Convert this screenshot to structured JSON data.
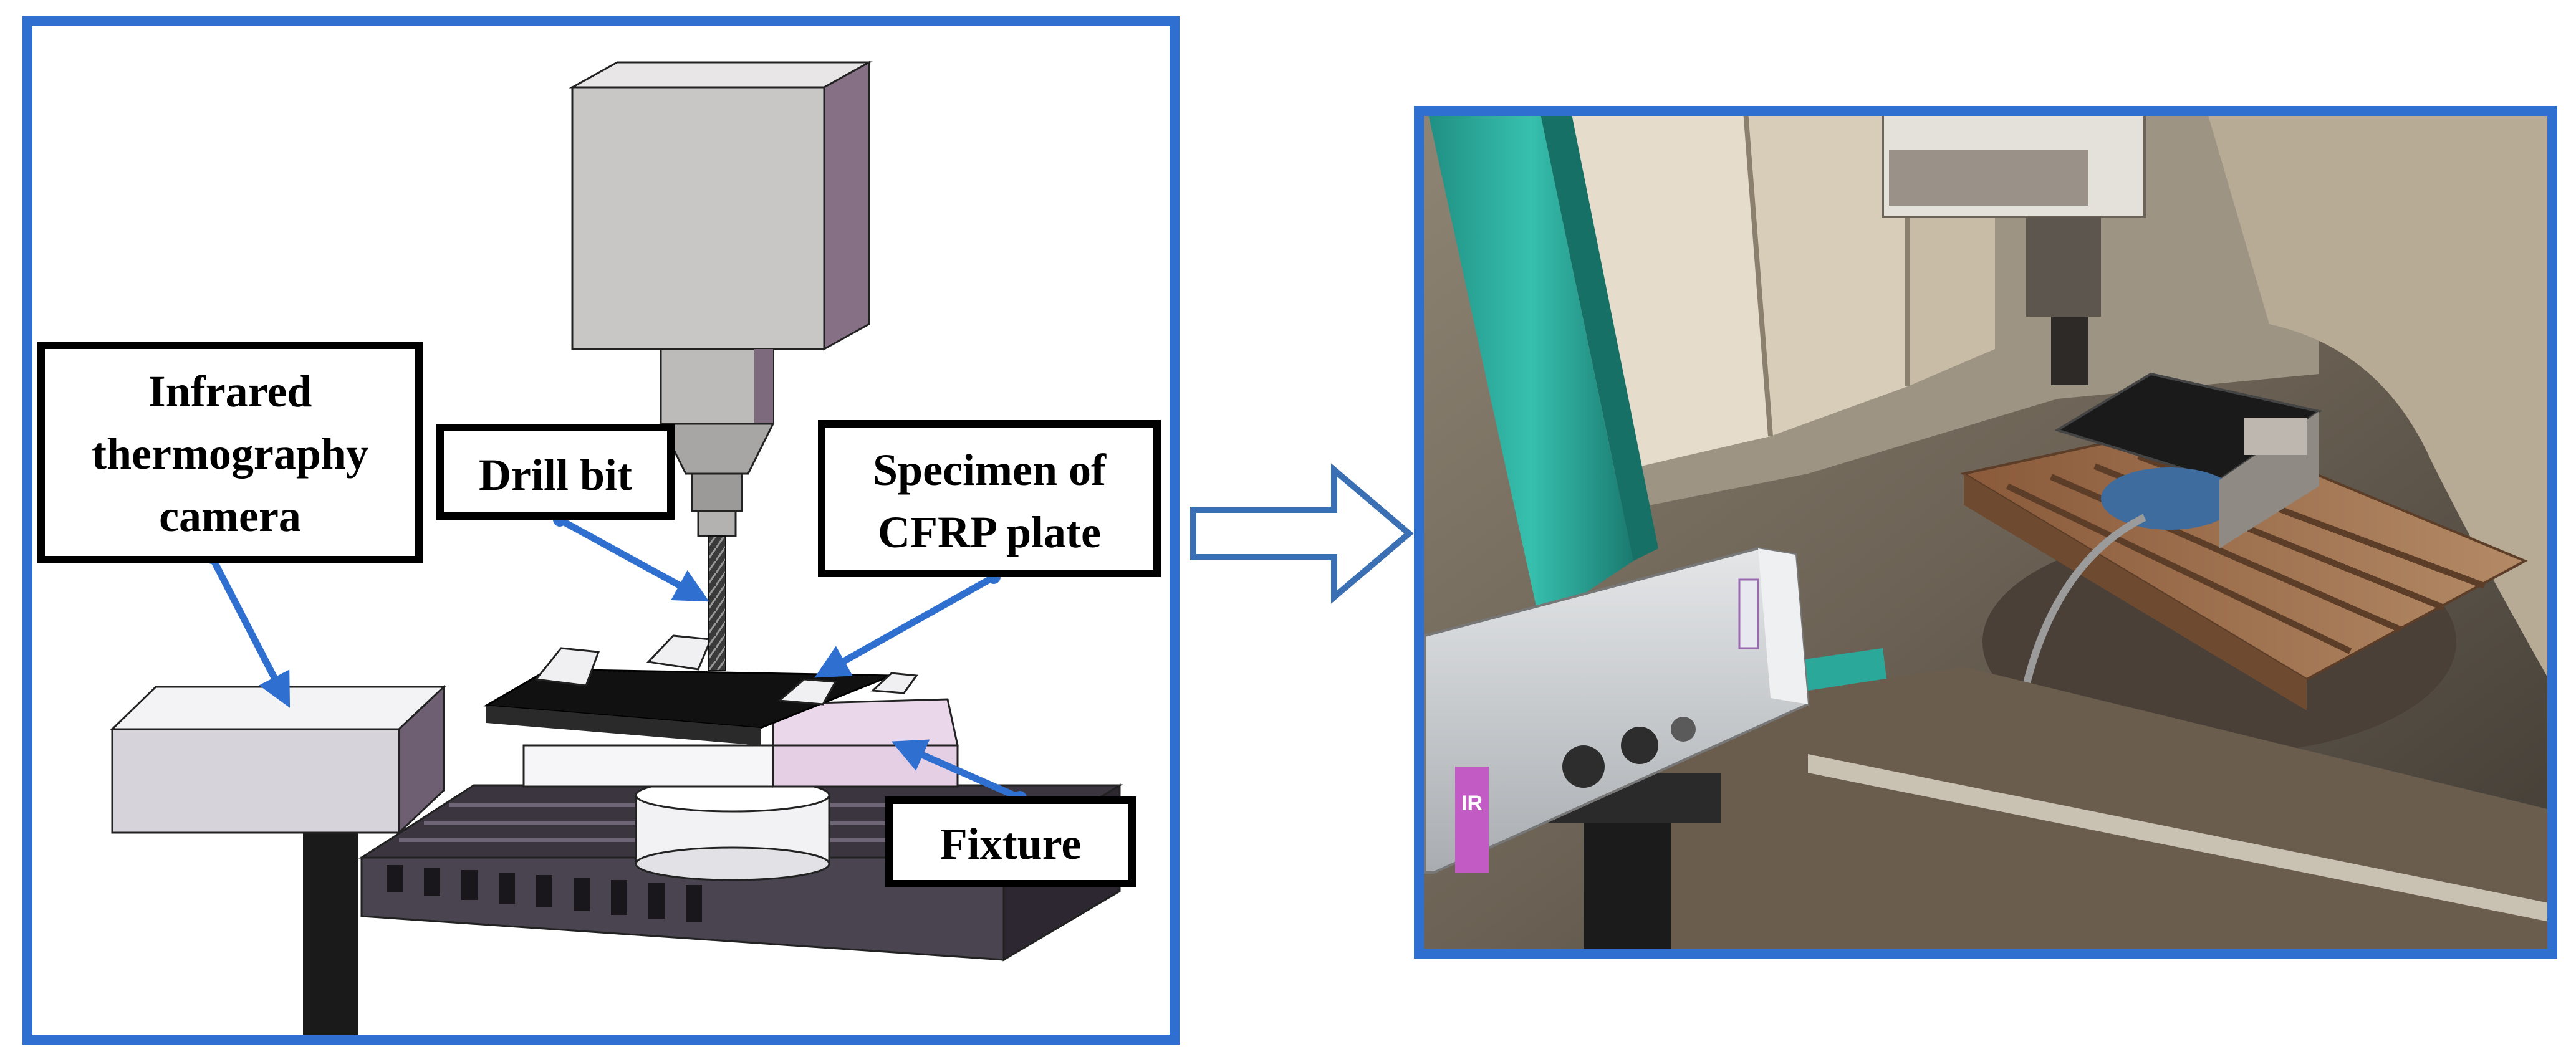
{
  "left_panel": {
    "labels": {
      "camera": [
        "Infrared",
        "thermography",
        "camera"
      ],
      "drill_bit": "Drill bit",
      "specimen": [
        "Specimen of",
        "CFRP plate"
      ],
      "fixture": "Fixture"
    }
  },
  "right_panel": {
    "camera_tag": "IR"
  },
  "colors": {
    "frame_blue": "#2f6fd0",
    "arrow_blue": "#3a6fb4",
    "spindle_gray": "#c9c6c6",
    "spindle_purple": "#857085",
    "table_dark": "#3b3540",
    "fixture_pink": "#ead7ea",
    "machine_teal": "#2aa89a",
    "camera_silver": "#cfd3d6"
  }
}
